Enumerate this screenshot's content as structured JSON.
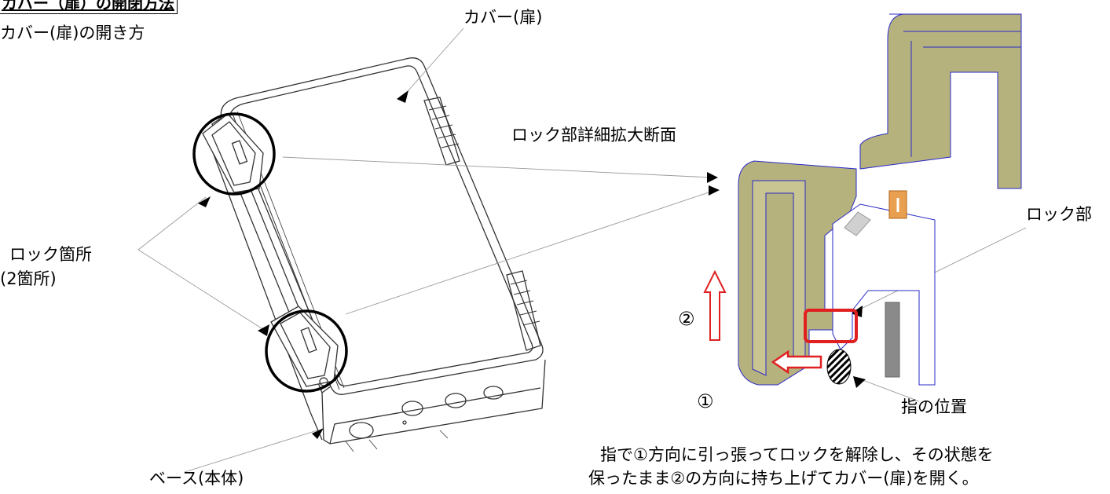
{
  "labels": {
    "heading": "カバー（扉）の開閉方法",
    "subheading": "カバー(扉)の開き方",
    "cover": "カバー(扉)",
    "detail_section": "ロック部詳細拡大断面",
    "lock_points_line1": "ロック箇所",
    "lock_points_line2": "(2箇所)",
    "lock_part": "ロック部",
    "step2": "②",
    "step1": "①",
    "finger_position": "指の位置",
    "instruction_line1": "指で①方向に引っ張ってロックを解除し、その状態を",
    "instruction_line2": "保ったまま②の方向に持ち上げてカバー(扉)を開く。",
    "base": "ベース(本体)"
  },
  "colors": {
    "section_fill": "#b6b27e",
    "section_outline": "#2a2ac8",
    "highlight": "#e02020",
    "arrow": "#e02020",
    "pin": "#e8a050",
    "gray_bar": "#8a8a8a"
  }
}
